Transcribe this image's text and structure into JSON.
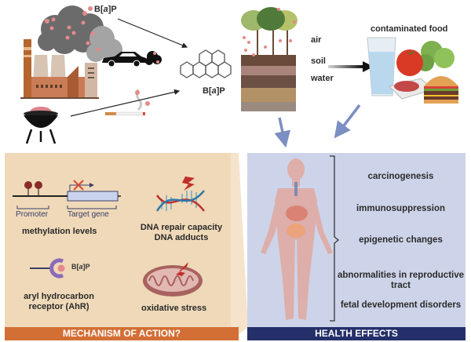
{
  "sources": {
    "emission_label": "B[a]P",
    "molecule_label": "B[a]P",
    "icons": [
      "factory-icon",
      "smoke-cloud-icon",
      "car-exhaust-icon",
      "grill-icon",
      "cigarette-icon"
    ]
  },
  "environment": {
    "layers": [
      "air",
      "soil",
      "water"
    ],
    "food_title": "contaminated food",
    "food_items": [
      "water-glass-icon",
      "tomato-icon",
      "lettuce-icon",
      "meat-icon",
      "burger-icon"
    ]
  },
  "mechanism": {
    "footer": "MECHANISM OF ACTION?",
    "gene": {
      "promoter_label": "Promoter",
      "target_label": "Target gene",
      "caption": "methylation levels"
    },
    "dna": {
      "caption_line1": "DNA repair capacity",
      "caption_line2": "DNA adducts"
    },
    "receptor": {
      "ligand_label": "B[a]P",
      "caption_line1": "aryl hydrocarbon",
      "caption_line2": "receptor (AhR)"
    },
    "mito": {
      "caption": "oxidative stress"
    }
  },
  "health": {
    "footer": "HEALTH EFFECTS",
    "effects": [
      "carcinogenesis",
      "immunosuppression",
      "epigenetic changes",
      "abnormalities in reproductive",
      "tract",
      "fetal development disorders"
    ]
  },
  "colors": {
    "mechanism_panel": "#efd9b8",
    "mechanism_footer": "#d36f35",
    "health_panel": "#cdd4e9",
    "health_footer": "#25306a",
    "arrow_blue": "#7b8fc2",
    "particle": "#e58a8a"
  }
}
